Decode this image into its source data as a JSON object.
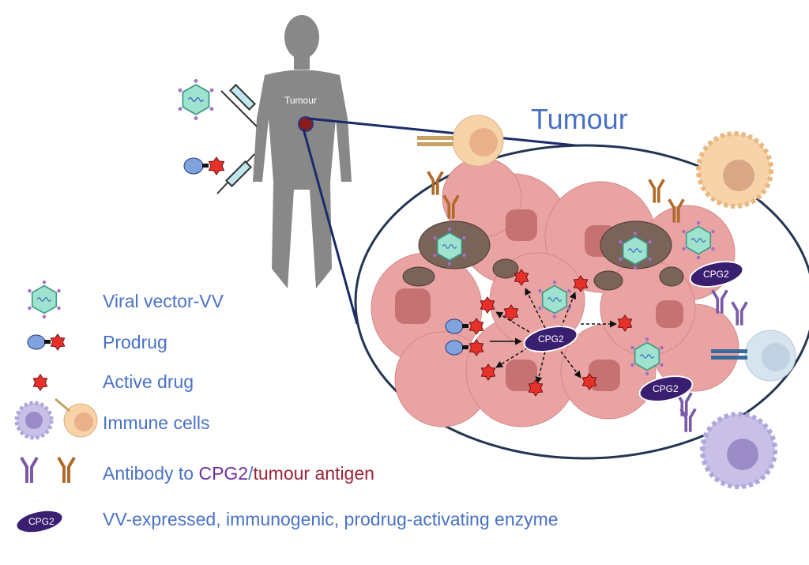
{
  "title": "Tumour",
  "body_label": "Tumour",
  "enzyme_label": "CPG2",
  "legend": [
    {
      "icon": "virus-icon",
      "label": "Viral vector-VV"
    },
    {
      "icon": "prodrug-icon",
      "label": "Prodrug"
    },
    {
      "icon": "star-icon",
      "label": "Active drug"
    },
    {
      "icon": "immune-cells-icon",
      "label": "Immune cells"
    },
    {
      "icon": "antibody-icon",
      "label_prefix": "Antibody to ",
      "label_cpg2": "CPG2",
      "label_sep": "/",
      "label_antigen": "tumour antigen"
    },
    {
      "icon": "cpg2-icon",
      "label": "VV-expressed, immunogenic, prodrug-activating enzyme"
    }
  ],
  "colors": {
    "text": "#4a72c4",
    "cpg2": "#7030a0",
    "antigen": "#9b2335",
    "drug": "#e8302a",
    "cell": "#eaa3a3",
    "outline": "#243552"
  }
}
